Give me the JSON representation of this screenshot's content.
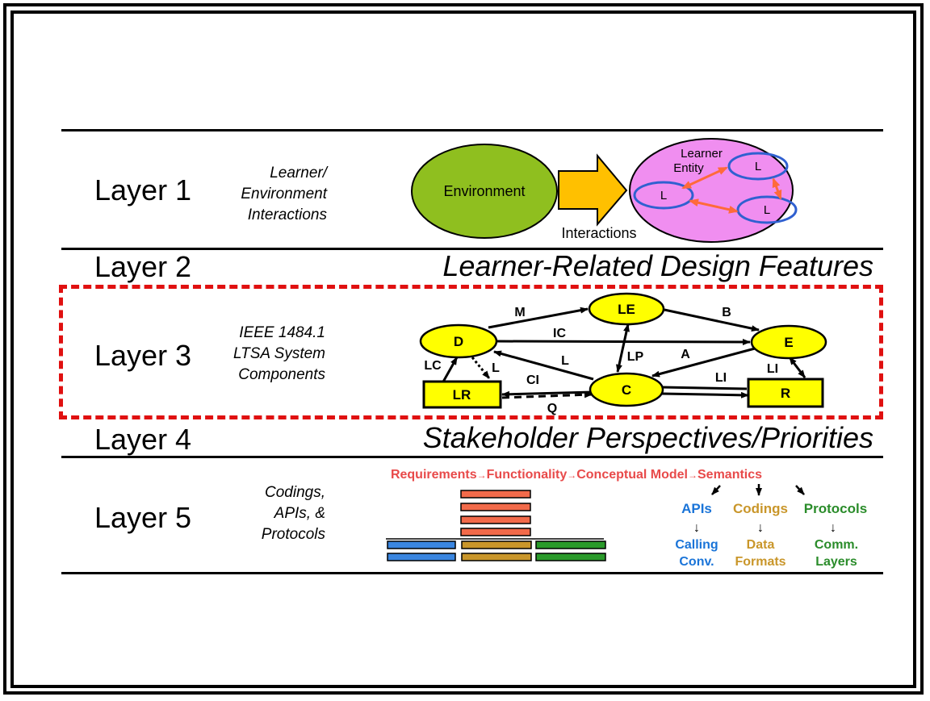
{
  "layers": [
    {
      "label": "Layer 1",
      "description": "Learner/\nEnvironment\nInteractions"
    },
    {
      "label": "Layer 2",
      "title": "Learner-Related Design Features"
    },
    {
      "label": "Layer 3",
      "description": "IEEE 1484.1\nLTSA System\nComponents"
    },
    {
      "label": "Layer 4",
      "title": "Stakeholder Perspectives/Priorities"
    },
    {
      "label": "Layer 5",
      "description": "Codings,\nAPIs, &\nProtocols"
    }
  ],
  "layer1_diagram": {
    "environment": "Environment",
    "interactions": "Interactions",
    "learner_entity": [
      "Learner",
      "Entity"
    ],
    "learner_node": "L"
  },
  "ltsa": {
    "nodes": {
      "D": "D",
      "LE": "LE",
      "E": "E",
      "C": "C",
      "LR": "LR",
      "R": "R"
    },
    "flows": {
      "M": "M",
      "B": "B",
      "IC": "IC",
      "L": "L",
      "LP": "LP",
      "A": "A",
      "LC": "LC",
      "L2": "L",
      "CI": "CI",
      "Q": "Q",
      "LI": "LI",
      "LI2": "LI"
    }
  },
  "layer5": {
    "chain": [
      "Requirements",
      "Functionality",
      "Conceptual Model",
      "Semantics"
    ],
    "arrow": "→",
    "down_arrow": "↓",
    "columns": [
      {
        "top": "APIs",
        "bottom": [
          "Calling",
          "Conv."
        ],
        "color": "#1a74d8"
      },
      {
        "top": "Codings",
        "bottom": [
          "Data",
          "Formats"
        ],
        "color": "#c9962a"
      },
      {
        "top": "Protocols",
        "bottom": [
          "Comm.",
          "Layers"
        ],
        "color": "#2a8c2a"
      }
    ],
    "chain_color": "#e84a4a"
  },
  "colors": {
    "environment": "#8fbf1f",
    "interaction_arrow": "#ffc000",
    "learner_blob": "#f08ef0",
    "learner_ring": "#3060d0",
    "learner_link": "#ff6a3a",
    "node_fill": "#ffff00",
    "dashed_box": "#e01010"
  }
}
